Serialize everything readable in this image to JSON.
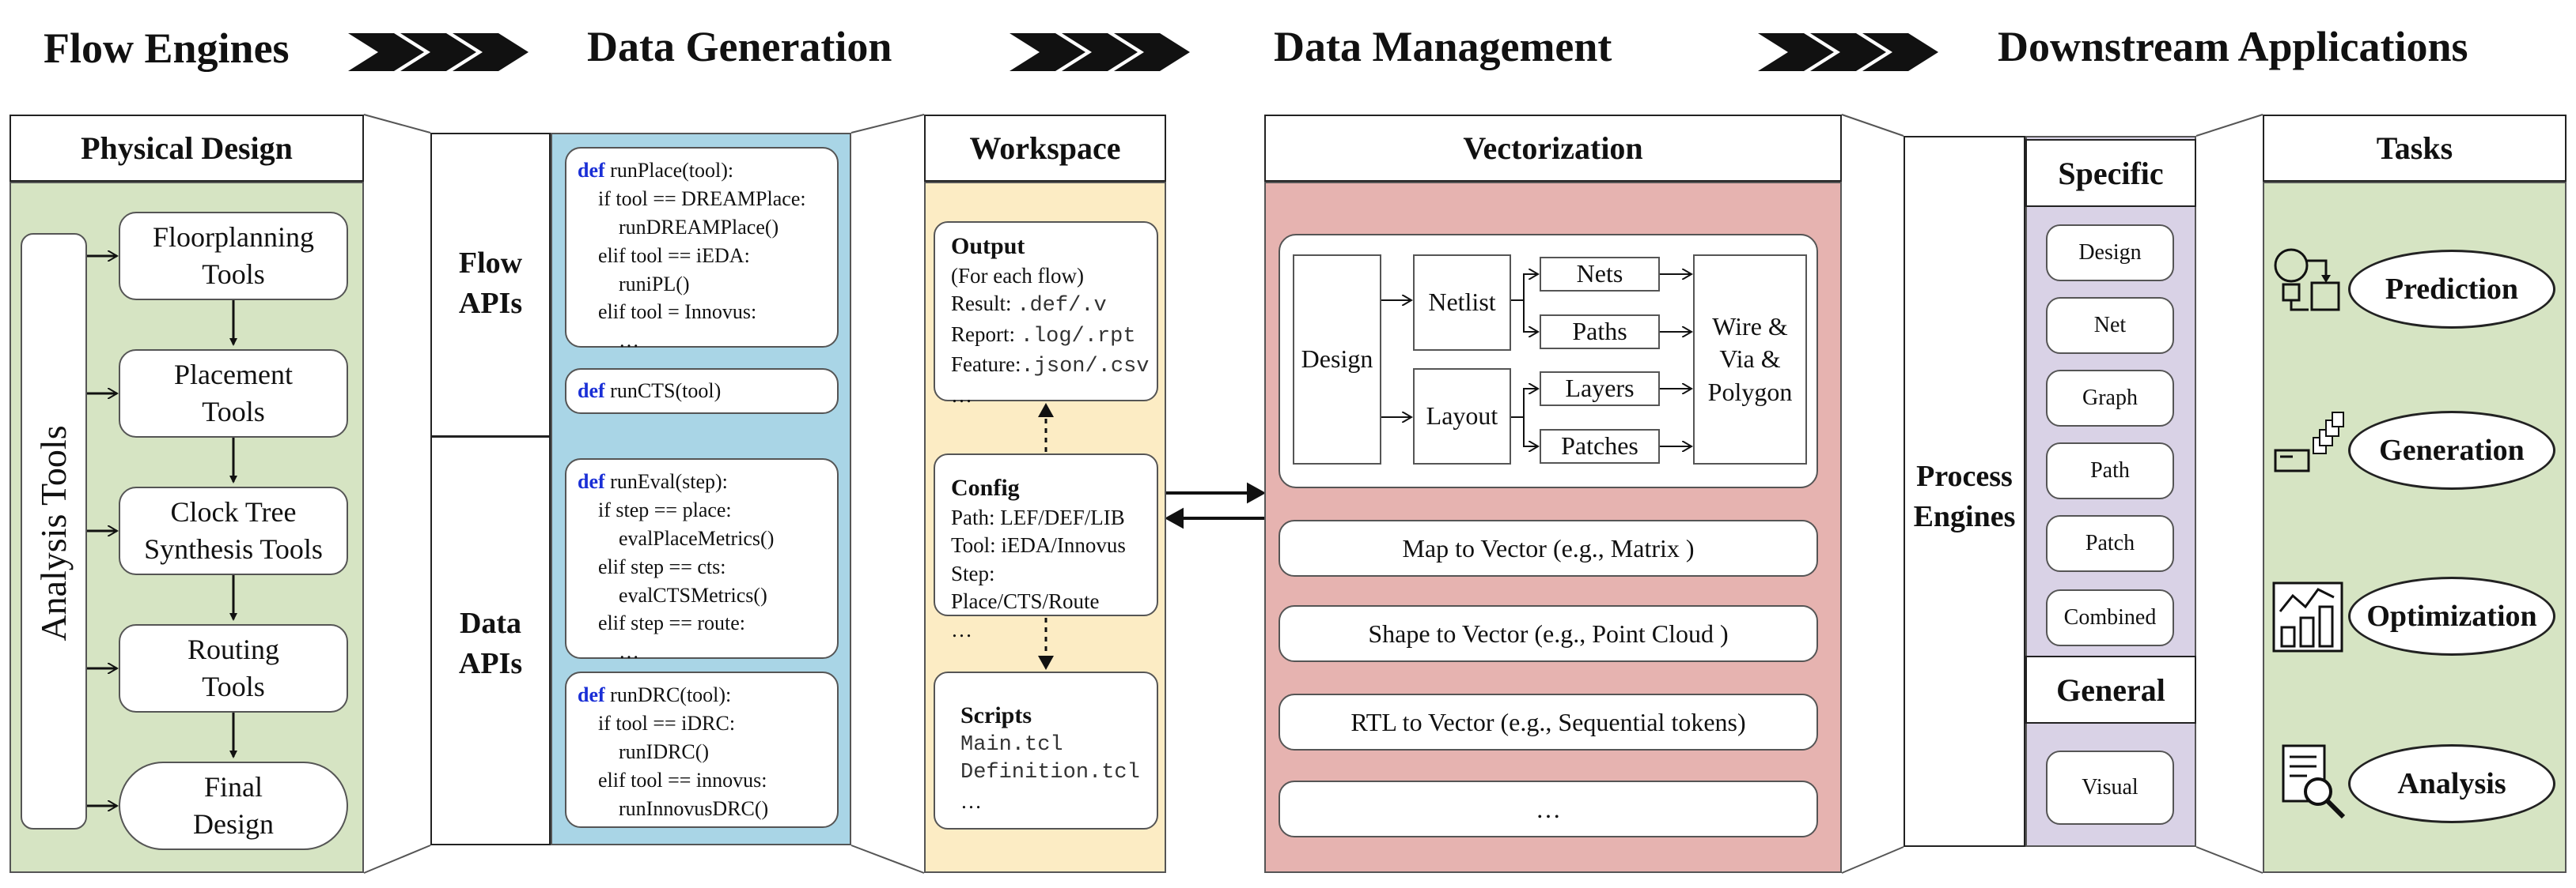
{
  "headers": {
    "flow_engines": "Flow Engines",
    "data_generation": "Data Generation",
    "data_management": "Data Management",
    "downstream_applications": "Downstream Applications"
  },
  "physical_design": {
    "title": "Physical Design",
    "side_label": "Analysis Tools",
    "steps": [
      {
        "line1": "Floorplanning",
        "line2": "Tools"
      },
      {
        "line1": "Placement",
        "line2": "Tools"
      },
      {
        "line1": "Clock Tree",
        "line2": "Synthesis Tools"
      },
      {
        "line1": "Routing",
        "line2": "Tools"
      },
      {
        "line1": "Final",
        "line2": "Design"
      }
    ],
    "color": "#d6e4c3"
  },
  "apis": {
    "flow_label": {
      "line1": "Flow",
      "line2": "APIs"
    },
    "data_label": {
      "line1": "Data",
      "line2": "APIs"
    },
    "color": "#a9d5e6",
    "run_place": {
      "kw": "def",
      "lines": [
        "runPlace(tool):",
        "    if tool == DREAMPlace:",
        "        runDREAMPlace()",
        "    elif tool == iEDA:",
        "        runiPL()",
        "    elif tool = Innovus:",
        "        …"
      ]
    },
    "run_cts": {
      "kw": "def",
      "line": "runCTS(tool)"
    },
    "run_eval": {
      "kw": "def",
      "lines": [
        "runEval(step):",
        "    if step == place:",
        "        evalPlaceMetrics()",
        "    elif step == cts:",
        "        evalCTSMetrics()",
        "    elif step == route:",
        "        …"
      ]
    },
    "run_drc": {
      "kw": "def",
      "lines": [
        "runDRC(tool):",
        "    if tool == iDRC:",
        "        runIDRC()",
        "    elif tool == innovus:",
        "        runInnovusDRC()"
      ]
    }
  },
  "workspace": {
    "title": "Workspace",
    "color": "#fcecc4",
    "output": {
      "heading": "Output",
      "sub": "(For each flow)",
      "rows": [
        {
          "label": "Result: ",
          "value": ".def/.v"
        },
        {
          "label": "Report: ",
          "value": ".log/.rpt"
        },
        {
          "label": "Feature:",
          "value": ".json/.csv"
        }
      ],
      "ellipsis": "…"
    },
    "config": {
      "heading": "Config",
      "rows": [
        {
          "label": "Path: ",
          "value": "LEF/DEF/LIB"
        },
        {
          "label": "Tool: ",
          "value": "iEDA/Innovus"
        },
        {
          "label": "Step: ",
          "value": "Place/CTS/Route"
        }
      ],
      "ellipsis": "…"
    },
    "scripts": {
      "heading": "Scripts",
      "files": [
        "Main.tcl",
        "Definition.tcl"
      ],
      "ellipsis": "…"
    }
  },
  "vectorization": {
    "title": "Vectorization",
    "color": "#e6b3b0",
    "diagram": {
      "design": "Design",
      "netlist": "Netlist",
      "layout": "Layout",
      "nets": "Nets",
      "paths": "Paths",
      "layers": "Layers",
      "patches": "Patches",
      "wire": {
        "line1": "Wire &",
        "line2": "Via &",
        "line3": "Polygon"
      }
    },
    "items": [
      "Map to Vector (e.g., Matrix )",
      "Shape to Vector (e.g., Point Cloud )",
      "RTL to Vector (e.g., Sequential tokens)",
      "…"
    ]
  },
  "process_engines": {
    "label": {
      "line1": "Process",
      "line2": "Engines"
    },
    "specific_title": "Specific",
    "specific_items": [
      "Design",
      "Net",
      "Graph",
      "Path",
      "Patch",
      "Combined"
    ],
    "general_title": "General",
    "general_items": [
      "Visual"
    ],
    "color": "#d9d2e6"
  },
  "tasks": {
    "title": "Tasks",
    "color": "#d6e4c3",
    "items": [
      {
        "label": "Prediction",
        "icon": "prediction-icon"
      },
      {
        "label": "Generation",
        "icon": "generation-icon"
      },
      {
        "label": "Optimization",
        "icon": "optimization-icon"
      },
      {
        "label": "Analysis",
        "icon": "analysis-icon"
      }
    ]
  }
}
